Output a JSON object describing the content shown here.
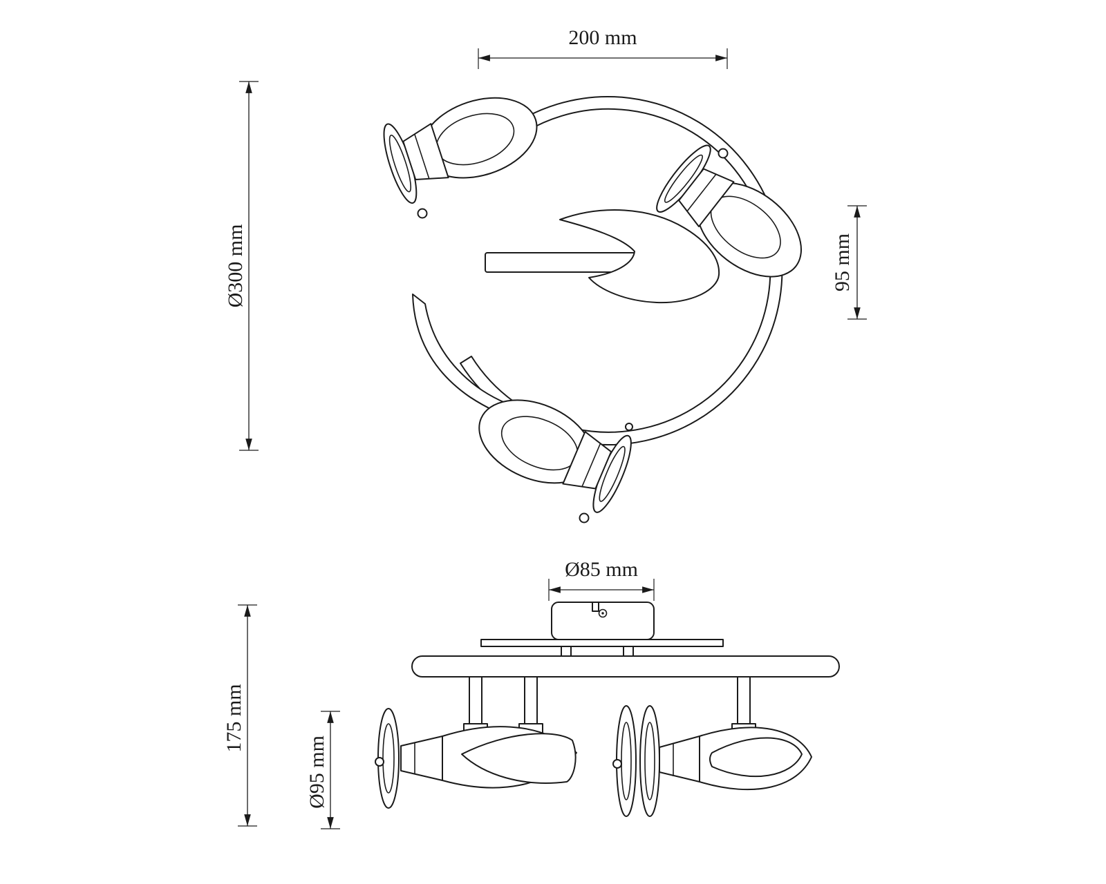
{
  "document": {
    "kind": "technical-drawing",
    "subject": "spiral ceiling spotlight fixture, two orthographic views",
    "background_color": "#ffffff",
    "ink_color": "#1a1a1a"
  },
  "top_view": {
    "dim_width": "200 mm",
    "dim_diameter": "Ø300 mm",
    "dim_head": "95 mm"
  },
  "side_view": {
    "dim_canopy": "Ø85 mm",
    "dim_height": "175 mm",
    "dim_shade": "Ø95 mm"
  }
}
